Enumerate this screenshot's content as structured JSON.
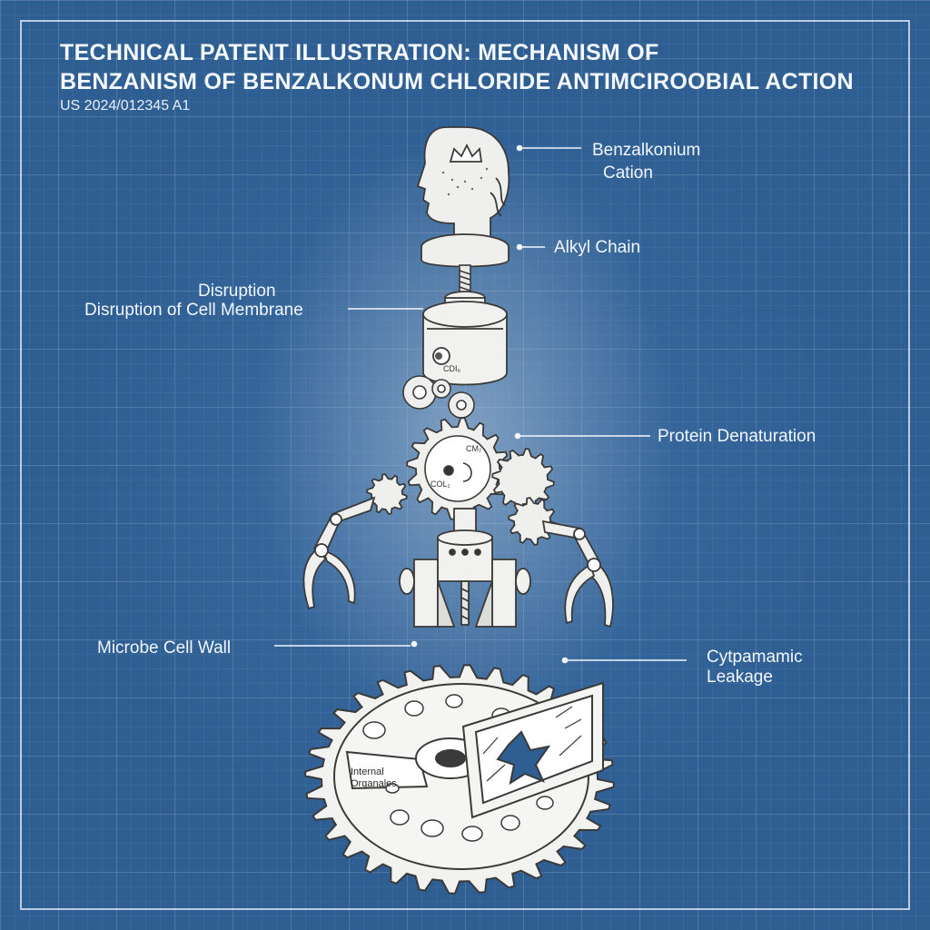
{
  "header": {
    "title_line1": "TECHNICAL PATENT ILLUSTRATION: MECHANISM OF",
    "title_line2": "BENZANISM OF BENZALKONUM CHLORIDE ANTIMCIROOBIAL ACTION",
    "patent_number": "US 2024/012345 A1"
  },
  "callouts": {
    "cation_line1": "Benzalkonium",
    "cation_line2": "Cation",
    "alkyl": "Alkyl Chain",
    "disruption_line1": "Disruption",
    "disruption_line2": "Disruption of Cell Membrane",
    "protein": "Protein Denaturation",
    "cell_wall": "Microbe Cell Wall",
    "leakage_line1": "Cytpamamic",
    "leakage_line2": "Leakage",
    "organelles_line1": "Internal",
    "organelles_line2": "Organales"
  },
  "part_marks": {
    "cylinder": "CDI₆",
    "gear_a": "CM₇",
    "gear_b": "COL₁"
  },
  "colors": {
    "background": "#2e5e92",
    "linework": "#f2f6fd",
    "part_fill": "#f1f1ef",
    "ink": "#3a3a3a"
  }
}
